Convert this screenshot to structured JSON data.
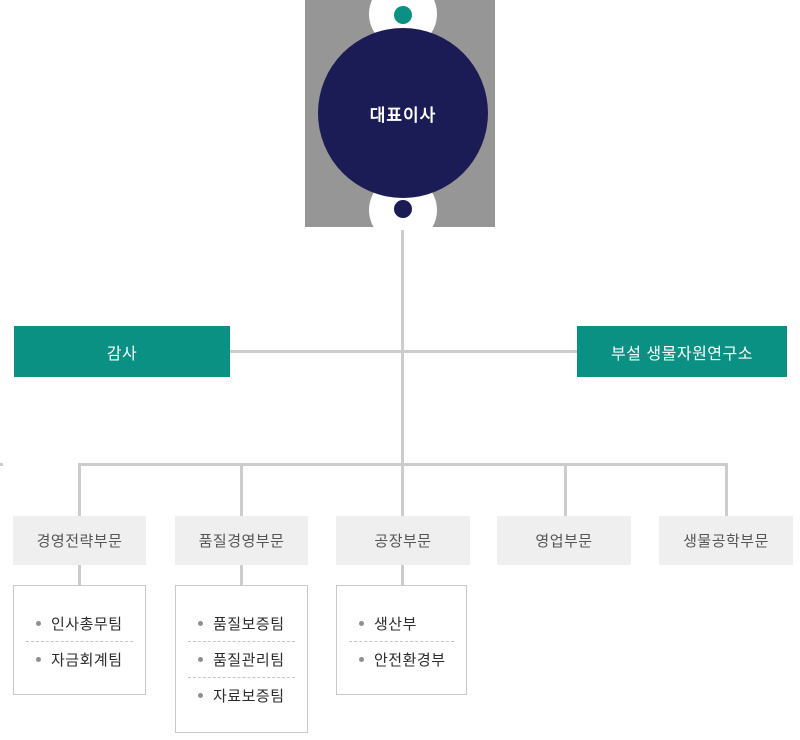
{
  "colors": {
    "teal": "#0a9184",
    "navy": "#1b1b55",
    "graysq": "#969696",
    "line": "#cccccc",
    "deptbg": "#efefef",
    "depttext": "#555555",
    "itemtext": "#2b2b2b",
    "bullet": "#8f8f8f",
    "boxborder": "#c9c9c9",
    "white": "#ffffff"
  },
  "org": {
    "ceo": {
      "label": "대표이사"
    },
    "staff": [
      {
        "label": "감사"
      },
      {
        "label": "부설 생물자원연구소"
      }
    ],
    "departments": [
      {
        "label": "경영전략부문",
        "teams": [
          "인사총무팀",
          "자금회계팀"
        ]
      },
      {
        "label": "품질경영부문",
        "teams": [
          "품질보증팀",
          "품질관리팀",
          "자료보증팀"
        ]
      },
      {
        "label": "공장부문",
        "teams": [
          "생산부",
          "안전환경부"
        ]
      },
      {
        "label": "영업부문",
        "teams": []
      },
      {
        "label": "생물공학부문",
        "teams": []
      }
    ]
  }
}
